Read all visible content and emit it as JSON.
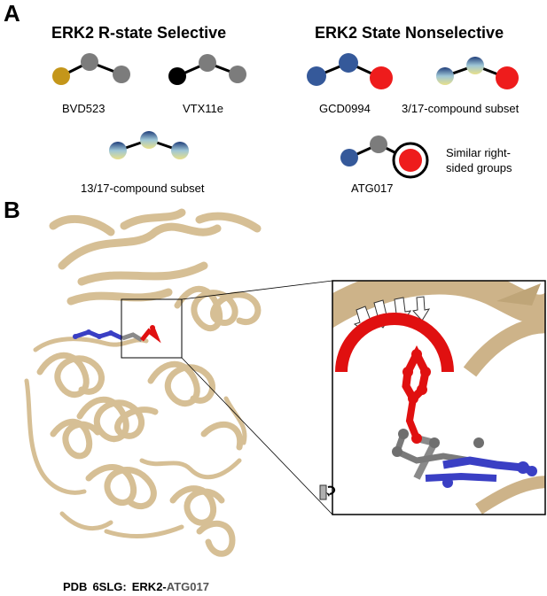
{
  "panels": {
    "a": "A",
    "b": "B"
  },
  "groups": {
    "selective_title": "ERK2 R-state Selective",
    "nonselective_title": "ERK2 State Nonselective"
  },
  "compounds": {
    "bvd523": "BVD523",
    "vtx11e": "VTX11e",
    "subset13": "13/17-compound subset",
    "gcd0994": "GCD0994",
    "subset3": "3/17-compound subset",
    "atg017": "ATG017"
  },
  "note": {
    "line1": "Similar right-",
    "line2": "sided groups"
  },
  "caption": {
    "pdb": "PDB",
    "code": "6SLG:",
    "protein": "ERK2-",
    "ligand": "ATG017"
  },
  "colors": {
    "gold": "#c4961a",
    "gray": "#7c7c7c",
    "black": "#000000",
    "blue": "#35599a",
    "red": "#ee1c1c",
    "protein": "#d6bf95",
    "ligand_blue": "#3a3fc4",
    "ligand_red": "#e01010",
    "caption_ligand": "#555555"
  }
}
